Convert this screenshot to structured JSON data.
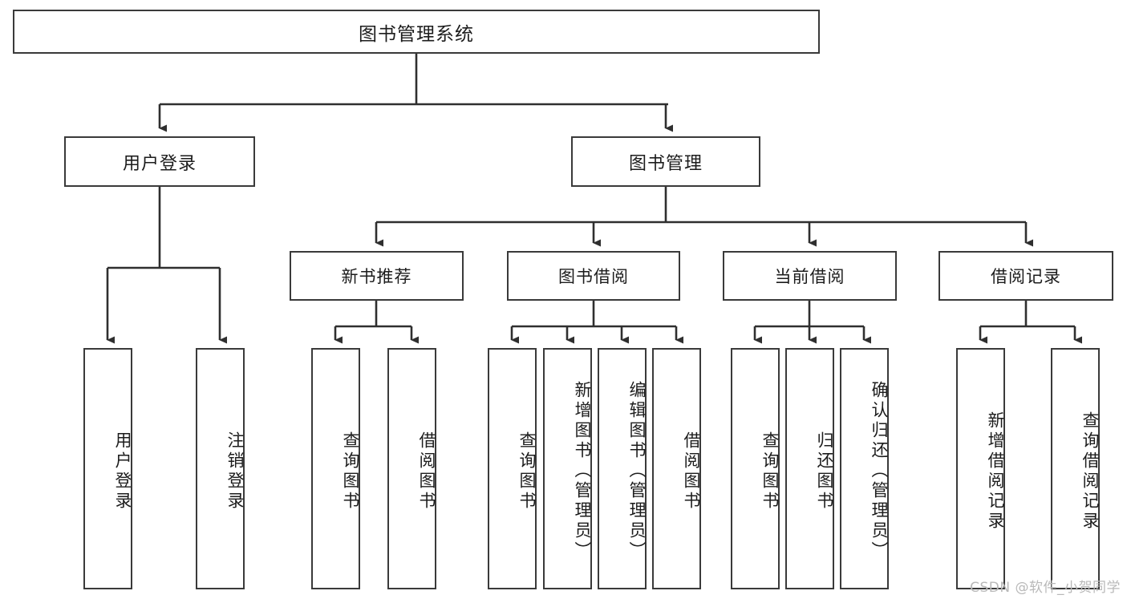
{
  "diagram": {
    "title": "图书管理系统",
    "type": "tree-hierarchy-chart",
    "colors": {
      "box_border": "#3a3a3a",
      "box_fill": "#ffffff",
      "connector": "#2f2f2f",
      "text": "#1c1c1c",
      "watermark": "#b9b9b9",
      "background": "#ffffff"
    }
  },
  "nodes": {
    "root": {
      "label": "图书管理系统"
    },
    "level2": [
      {
        "id": "user-login",
        "label": "用户登录"
      },
      {
        "id": "book-management",
        "label": "图书管理"
      }
    ],
    "level3": [
      {
        "id": "new-book-recommend",
        "label": "新书推荐"
      },
      {
        "id": "book-borrow",
        "label": "图书借阅"
      },
      {
        "id": "current-borrow",
        "label": "当前借阅"
      },
      {
        "id": "borrow-record",
        "label": "借阅记录"
      }
    ],
    "leaves": {
      "user_login": [
        {
          "id": "leaf-user-login",
          "label": "用户登录"
        },
        {
          "id": "leaf-logout-login",
          "label": "注销登录"
        }
      ],
      "new_book_recommend": [
        {
          "id": "leaf-query-book-1",
          "label": "查询图书"
        },
        {
          "id": "leaf-borrow-book-1",
          "label": "借阅图书"
        }
      ],
      "book_borrow": [
        {
          "id": "leaf-query-book-2",
          "label": "查询图书"
        },
        {
          "id": "leaf-add-book",
          "label": "新增图书（管理员）"
        },
        {
          "id": "leaf-edit-book",
          "label": "编辑图书（管理员）"
        },
        {
          "id": "leaf-borrow-book-2",
          "label": "借阅图书"
        }
      ],
      "current_borrow": [
        {
          "id": "leaf-query-book-3",
          "label": "查询图书"
        },
        {
          "id": "leaf-return-book",
          "label": "归还图书"
        },
        {
          "id": "leaf-confirm-return",
          "label": "确认归还（管理员）"
        }
      ],
      "borrow_record": [
        {
          "id": "leaf-add-record",
          "label": "新增借阅记录"
        },
        {
          "id": "leaf-query-record",
          "label": "查询借阅记录"
        }
      ]
    }
  },
  "watermark": {
    "text": "CSDN @软件_小贺同学"
  },
  "chart_data": {
    "type": "table",
    "title": "图书管理系统",
    "hierarchy": [
      {
        "level": 1,
        "label": "图书管理系统",
        "children": [
          {
            "level": 2,
            "label": "用户登录",
            "children": [
              {
                "level": 3,
                "label": "用户登录"
              },
              {
                "level": 3,
                "label": "注销登录"
              }
            ]
          },
          {
            "level": 2,
            "label": "图书管理",
            "children": [
              {
                "level": 3,
                "label": "新书推荐",
                "children": [
                  {
                    "level": 4,
                    "label": "查询图书"
                  },
                  {
                    "level": 4,
                    "label": "借阅图书"
                  }
                ]
              },
              {
                "level": 3,
                "label": "图书借阅",
                "children": [
                  {
                    "level": 4,
                    "label": "查询图书"
                  },
                  {
                    "level": 4,
                    "label": "新增图书（管理员）"
                  },
                  {
                    "level": 4,
                    "label": "编辑图书（管理员）"
                  },
                  {
                    "level": 4,
                    "label": "借阅图书"
                  }
                ]
              },
              {
                "level": 3,
                "label": "当前借阅",
                "children": [
                  {
                    "level": 4,
                    "label": "查询图书"
                  },
                  {
                    "level": 4,
                    "label": "归还图书"
                  },
                  {
                    "level": 4,
                    "label": "确认归还（管理员）"
                  }
                ]
              },
              {
                "level": 3,
                "label": "借阅记录",
                "children": [
                  {
                    "level": 4,
                    "label": "新增借阅记录"
                  },
                  {
                    "level": 4,
                    "label": "查询借阅记录"
                  }
                ]
              }
            ]
          }
        ]
      }
    ]
  }
}
